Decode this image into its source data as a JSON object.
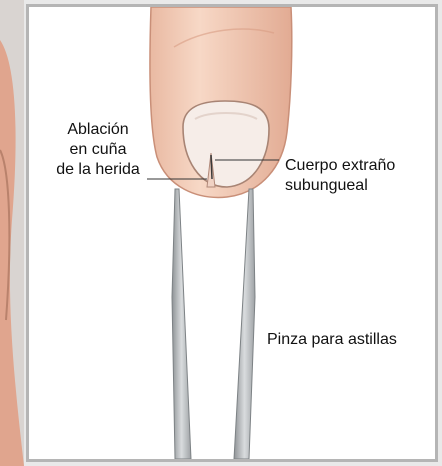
{
  "labels": {
    "wedge_excision": [
      "Ablación",
      "en cuña",
      "de la herida"
    ],
    "foreign_body": [
      "Cuerpo extraño",
      "subungueal"
    ],
    "tweezers": "Pinza para astillas"
  },
  "colors": {
    "skin": "#f6d5c2",
    "skin_shadow": "#e7b39b",
    "nail": "#f7eee9",
    "tweezer_metal": "#bfc2c4",
    "frame_border": "#b5b5b5"
  }
}
